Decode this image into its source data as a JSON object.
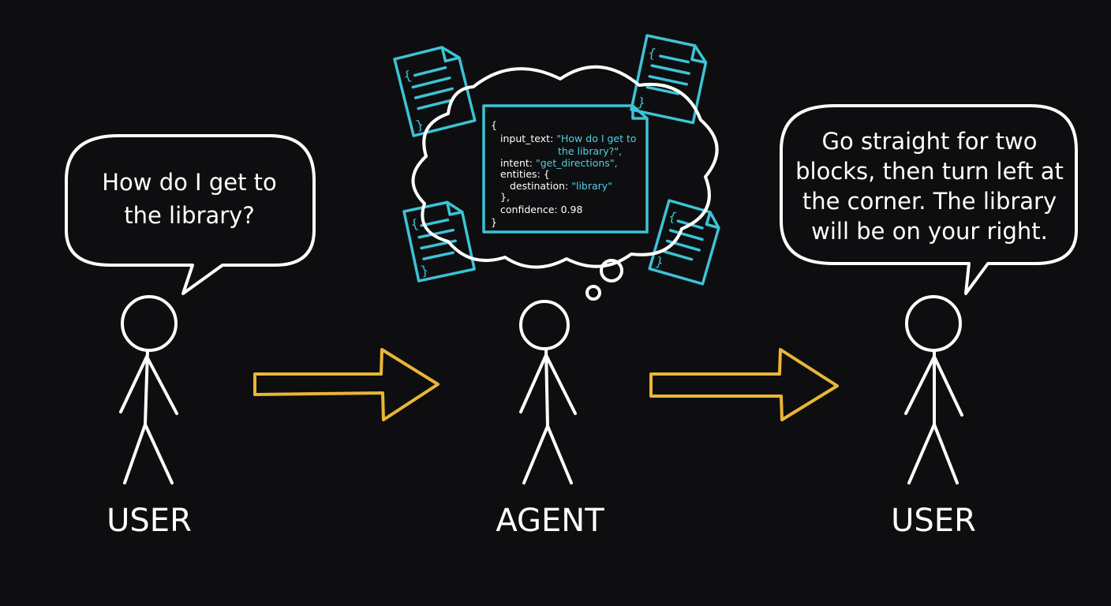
{
  "colors": {
    "background": "#0e0e10",
    "line": "#ffffff",
    "accent_cyan": "#3cc3d6",
    "arrow_yellow": "#e9b637"
  },
  "left_user": {
    "label": "USER",
    "speech_line1": "How do I get to",
    "speech_line2": "the library?"
  },
  "agent": {
    "label": "AGENT",
    "code": {
      "open_brace": "{",
      "input_key": "input_text: ",
      "input_val_1": "\"How do I get to",
      "input_val_2": "the library?\",",
      "intent_key": "intent: ",
      "intent_val": "\"get_directions\",",
      "entities_line": "entities: {",
      "destination_key": "destination: ",
      "destination_val": "\"library\"",
      "close_entities": "},",
      "confidence_line": "confidence: 0.98",
      "close_brace": "}"
    },
    "doc_icon_brace_open": "{",
    "doc_icon_brace_close": "}"
  },
  "right_user": {
    "label": "USER",
    "speech_line1": "Go straight for two",
    "speech_line2": "blocks, then turn left at",
    "speech_line3": "the corner. The library",
    "speech_line4": "will be on your right."
  },
  "icons": {
    "flow_arrow_1": "arrow-right-icon",
    "flow_arrow_2": "arrow-right-icon",
    "documents": "json-document-icon"
  }
}
